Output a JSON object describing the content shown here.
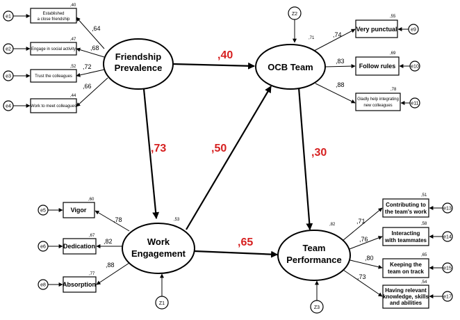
{
  "latents": {
    "friendship": [
      "Friendship",
      "Prevalence"
    ],
    "ocb": [
      "OCB Team"
    ],
    "work": [
      "Work",
      "Engagement"
    ],
    "team": [
      "Team",
      "Performance"
    ]
  },
  "disturbances": {
    "z2": "Z2",
    "z1": "Z1",
    "z3": "Z3"
  },
  "friendship_indicators": [
    {
      "lines": [
        "Established",
        "a close friendship"
      ],
      "loading": ",64",
      "r2": ",40",
      "error": "e1"
    },
    {
      "lines": [
        "Engage in social activity"
      ],
      "loading": ",68",
      "r2": ",47",
      "error": "e2"
    },
    {
      "lines": [
        "Trust the colleagues"
      ],
      "loading": ",72",
      "r2": ",52",
      "error": "e3"
    },
    {
      "lines": [
        "Work to meet colleagues"
      ],
      "loading": ",66",
      "r2": ",44",
      "error": "e4"
    }
  ],
  "ocb_indicators": [
    {
      "lines": [
        "Very punctual"
      ],
      "loading": ",74",
      "r2": ",55",
      "error": "e9"
    },
    {
      "lines": [
        "Follow rules"
      ],
      "loading": ",83",
      "r2": ",69",
      "error": "e10"
    },
    {
      "lines": [
        "Gladly help integrating",
        "new colleagues"
      ],
      "loading": ",88",
      "r2": ",78",
      "error": "e11"
    }
  ],
  "work_indicators": [
    {
      "lines": [
        "Vigor"
      ],
      "loading": ",78",
      "r2": ",60",
      "error": "e5"
    },
    {
      "lines": [
        "Dedication"
      ],
      "loading": ",82",
      "r2": ",67",
      "error": "e6"
    },
    {
      "lines": [
        "Absorption"
      ],
      "loading": ",88",
      "r2": ",77",
      "error": "e8"
    }
  ],
  "team_indicators": [
    {
      "lines": [
        "Contributing to",
        "the team's work"
      ],
      "loading": ",71",
      "r2": ",51",
      "error": "e13"
    },
    {
      "lines": [
        "Interacting",
        "with teammates"
      ],
      "loading": ",76",
      "r2": ",58",
      "error": "e14"
    },
    {
      "lines": [
        "Keeping the",
        "team on track"
      ],
      "loading": ",80",
      "r2": ",65",
      "error": "e15"
    },
    {
      "lines": [
        "Having relevant",
        "knowledge, skills",
        "and abilities"
      ],
      "loading": ",73",
      "r2": ",54",
      "error": "e17"
    }
  ],
  "r2_latent": {
    "ocb": ",71",
    "work": ",53",
    "team": ",82"
  },
  "paths": {
    "friendship_ocb": ",40",
    "friendship_work": ",73",
    "work_ocb": ",50",
    "ocb_team": ",30",
    "work_team": ",65"
  }
}
